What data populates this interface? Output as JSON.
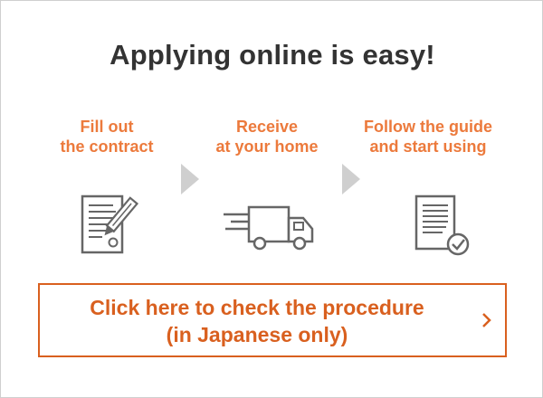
{
  "header": {
    "title": "Applying online is easy!"
  },
  "steps": [
    {
      "line1": "Fill out",
      "line2": "the contract",
      "icon": "contract-signing-icon"
    },
    {
      "line1": "Receive",
      "line2": "at your home",
      "icon": "delivery-truck-icon"
    },
    {
      "line1": "Follow the guide",
      "line2": "and start using",
      "icon": "document-check-icon"
    }
  ],
  "cta": {
    "line1": "Click here to check the procedure",
    "line2": "(in Japanese only)",
    "icon": "chevron-right-icon"
  },
  "colors": {
    "accent": "#d9601f",
    "step_label": "#ec7a3c",
    "title": "#333333",
    "arrow": "#cfcfcf",
    "icon": "#666666"
  }
}
